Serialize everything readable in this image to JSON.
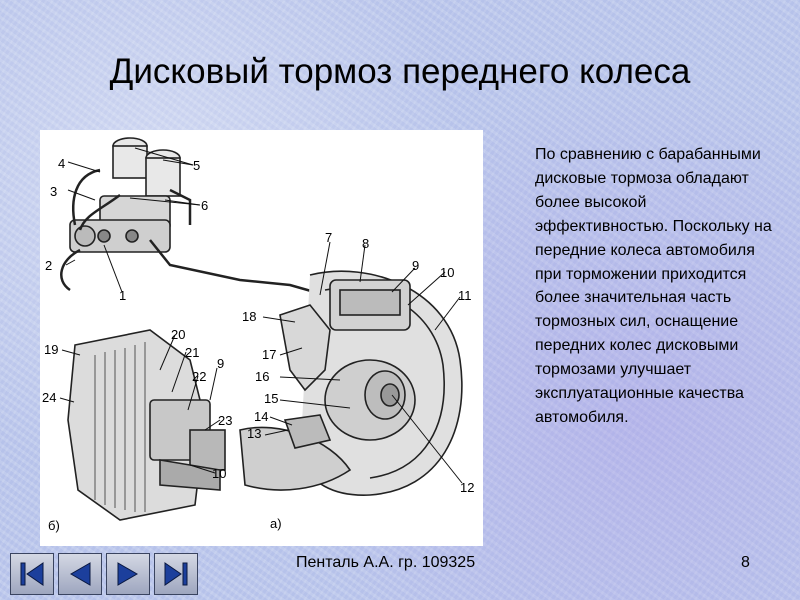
{
  "slide": {
    "title": "Дисковый тормоз переднего колеса",
    "body": "По сравнению с барабанными дисковые тормоза обладают более высокой эффективностью. Поскольку на передние колеса автомобиля при торможении приходится более значительная часть тормозных сил, оснащение передних колес дисковыми тормозами улучшает эксплуатационные качества автомобиля.",
    "footer": "Пенталь А.А. гр. 109325",
    "page_number": "8"
  },
  "figure": {
    "labels": [
      "1",
      "2",
      "3",
      "4",
      "5",
      "6",
      "7",
      "8",
      "9",
      "10",
      "11",
      "12",
      "13",
      "14",
      "15",
      "16",
      "17",
      "18",
      "19",
      "20",
      "21",
      "22",
      "23",
      "24",
      "9",
      "10"
    ],
    "panel_labels": [
      "б)",
      "а)"
    ]
  },
  "nav": {
    "colors": {
      "accent": "#1c3f9c",
      "outline": "#0a1840"
    }
  }
}
